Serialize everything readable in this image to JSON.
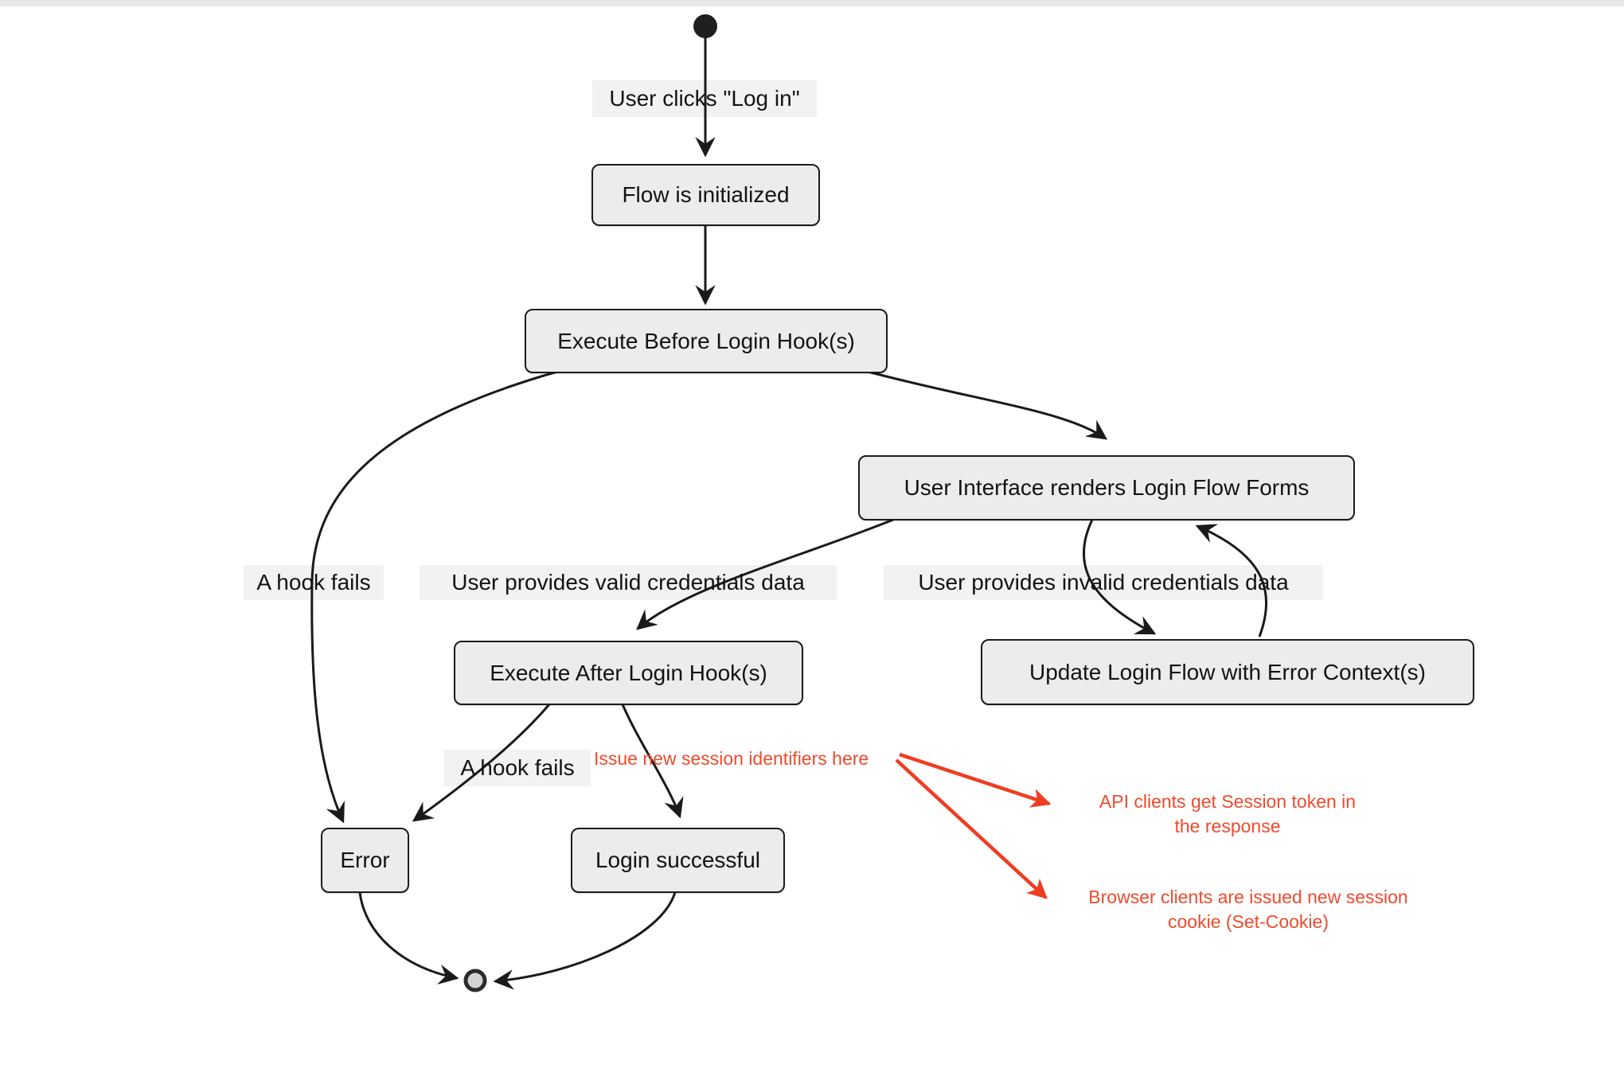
{
  "diagram": {
    "type": "state-flowchart",
    "nodes": {
      "flow_initialized": "Flow is initialized",
      "execute_before": "Execute Before Login Hook(s)",
      "ui_renders": "User Interface renders Login Flow Forms",
      "execute_after": "Execute After Login Hook(s)",
      "update_error": "Update Login Flow with Error Context(s)",
      "error": "Error",
      "login_successful": "Login successful"
    },
    "edge_labels": {
      "user_clicks": "User clicks \"Log in\"",
      "hook_fails_before": "A hook fails",
      "valid_credentials": "User provides valid credentials data",
      "invalid_credentials": "User provides invalid credentials data",
      "hook_fails_after": "A hook fails"
    },
    "annotations": {
      "issue_session": "Issue new session identifiers here",
      "api_clients": "API clients get Session token in the response",
      "browser_clients": "Browser clients are issued new session cookie (Set-Cookie)"
    },
    "colors": {
      "node_fill": "#ececec",
      "node_border": "#1c1c1c",
      "edge": "#1a1a1a",
      "edge_label_bg": "#f2f2f2",
      "annotation_red": "#ee4a2e",
      "top_strip": "#e8e8e8",
      "end_state_fill": "#d4d4d4"
    }
  }
}
